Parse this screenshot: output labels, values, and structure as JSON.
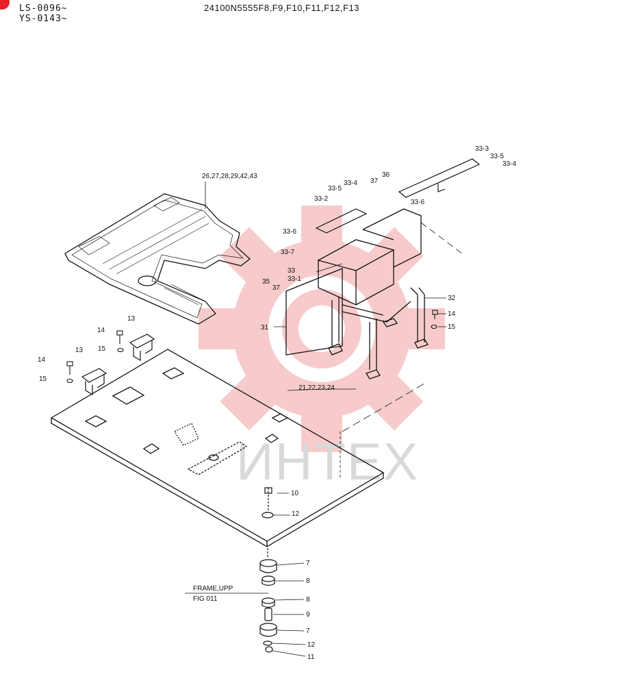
{
  "header": {
    "serial_1": "LS-0096~",
    "serial_2": "YS-0143~",
    "part_number": "24100N5555F8,F9,F10,F11,F12,F13"
  },
  "watermark": {
    "text": "ИНТЕХ",
    "gear_color": "#f4b4b4",
    "text_color": "#d9d9d9"
  },
  "badge_color": "#e8202a",
  "labels": {
    "l_26_43": "26,27,28,29,42,43",
    "l_33_3": "33-3",
    "l_33_5_r": "33-5",
    "l_33_4_r": "33-4",
    "l_36_top": "36",
    "l_37_top": "37",
    "l_33_4": "33-4",
    "l_33_5": "33-5",
    "l_33_2": "33-2",
    "l_33_6_r": "33-6",
    "l_33_6": "33-6",
    "l_33_7": "33-7",
    "l_33": "33",
    "l_33_1": "33-1",
    "l_35": "35",
    "l_37": "37",
    "l_32": "32",
    "l_14_r": "14",
    "l_15_r": "15",
    "l_31": "31",
    "l_13_a": "13",
    "l_14_a": "14",
    "l_15_a": "15",
    "l_13_b": "13",
    "l_14_b": "14",
    "l_15_b": "15",
    "l_21_24": "21,22,23,24",
    "l_10": "10",
    "l_12_a": "12",
    "l_7_a": "7",
    "l_8_a": "8",
    "l_8_b": "8",
    "l_9": "9",
    "l_7_b": "7",
    "l_12_b": "12",
    "l_11": "11",
    "frame_ref": "FRAME,UPP",
    "fig_ref": "FIG 011"
  }
}
